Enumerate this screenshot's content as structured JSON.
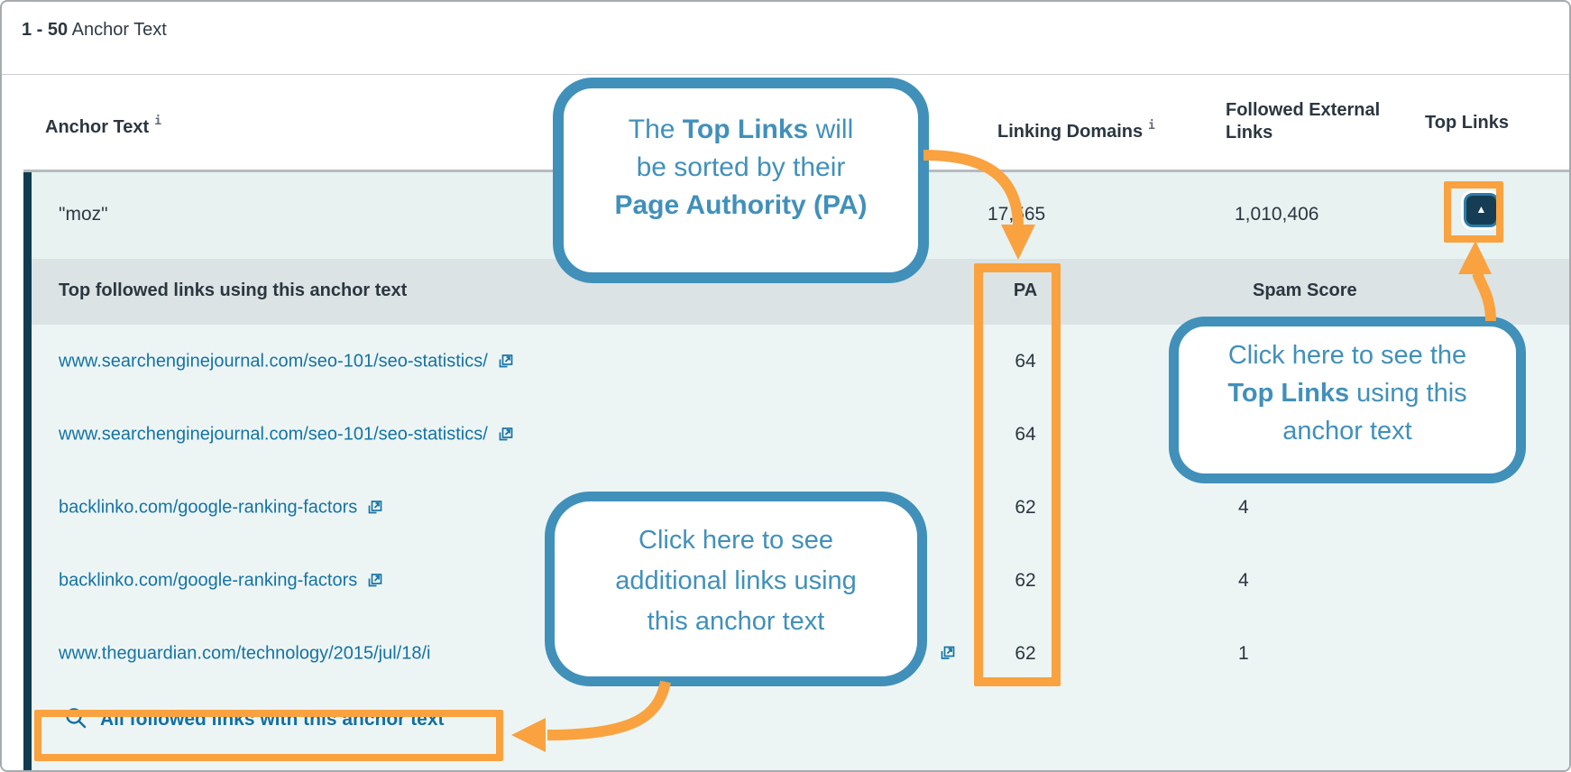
{
  "page": {
    "range": "1 - 50",
    "title": "Anchor Text"
  },
  "columns": {
    "anchor_text": "Anchor Text",
    "linking_domains": "Linking Domains",
    "followed_external_links": "Followed External Links",
    "top_links": "Top Links",
    "info_glyph": "i"
  },
  "anchor_row": {
    "anchor_text": "\"moz\"",
    "linking_domains": "17,565",
    "followed_external_links": "1,010,406",
    "toggle_glyph": "▲"
  },
  "subtable": {
    "title": "Top followed links using this anchor text",
    "pa_header": "PA",
    "spam_header": "Spam Score",
    "rows": [
      {
        "url": "www.searchenginejournal.com/seo-101/seo-statistics/",
        "pa": "64",
        "spam": ""
      },
      {
        "url": "www.searchenginejournal.com/seo-101/seo-statistics/",
        "pa": "64",
        "spam": ""
      },
      {
        "url": "backlinko.com/google-ranking-factors",
        "pa": "62",
        "spam": "4"
      },
      {
        "url": "backlinko.com/google-ranking-factors",
        "pa": "62",
        "spam": "4"
      },
      {
        "url": "www.theguardian.com/technology/2015/jul/18/i",
        "pa": "62",
        "spam": "1"
      }
    ],
    "footer_link": "All followed links with this anchor text"
  },
  "callouts": {
    "top": {
      "l1a": "The ",
      "l1b": "Top Links",
      "l1c": " will",
      "l2": "be sorted by their",
      "l3": "Page Authority (PA)"
    },
    "right": {
      "l1": "Click here to see the",
      "l2a": "Top Links",
      "l2b": " using this",
      "l3": "anchor text"
    },
    "middle": {
      "l1": "Click here to see",
      "l2": "additional links using",
      "l3": "this anchor text"
    }
  },
  "colors": {
    "accent_orange": "#F9A23F",
    "callout_blue": "#4190BA",
    "link_blue": "#1473A5",
    "dark_text": "#2B3640",
    "row_accent_border": "#113C50",
    "anchor_row_bg": "#E8F2F1",
    "subrow_bg": "#EDF5F4",
    "band_bg": "#DCE3E4",
    "toggle_fill": "#153E54",
    "toggle_ring": "#2E7CA6"
  }
}
